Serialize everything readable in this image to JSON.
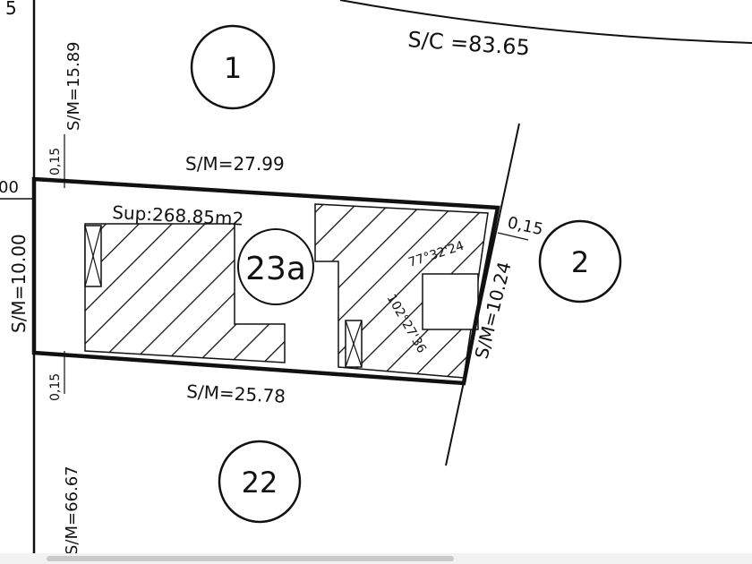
{
  "labels": {
    "top_corner": "5",
    "sc": "S/C =83.65",
    "sm_top_left": "S/M=15.89",
    "offset_top": "0,15",
    "sm_top": "S/M=27.99",
    "edge_left": "00",
    "sup": "Sup:268.85m2",
    "sm_left": "S/M=10.00",
    "offset_right": "0,15",
    "angle_top": "77°32'24",
    "angle_right": "102°27'36",
    "sm_right": "S/M=10.24",
    "offset_bottom": "0,15",
    "sm_bottom": "S/M=25.78",
    "sm_bottom_left": "S/M=66.67"
  },
  "lots": {
    "lot_1": "1",
    "lot_2": "2",
    "lot_22": "22",
    "lot_23a": "23a"
  }
}
